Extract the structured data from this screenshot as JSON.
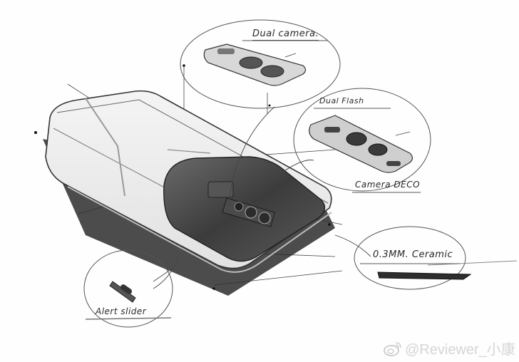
{
  "image": {
    "kind": "hand-drawn product design sketch",
    "subject": "smartphone back with dual camera"
  },
  "callouts": [
    {
      "id": "dual-camera",
      "text": "Dual camera."
    },
    {
      "id": "dual-flash",
      "text": "Dual Flash"
    },
    {
      "id": "camera-deco",
      "text": "Camera DECO"
    },
    {
      "id": "ceramic",
      "text": "0.3MM. Ceramic"
    },
    {
      "id": "alert-slider",
      "text": "Alert slider"
    }
  ],
  "watermark": {
    "icon": "weibo-icon",
    "text": "@Reviewer_小康"
  },
  "colors": {
    "paper": "#fefefe",
    "ink": "#2a2a2a",
    "shade_dark": "#3a3a3a",
    "shade_mid": "#8a8a8a",
    "watermark": "#d8d8d8"
  }
}
